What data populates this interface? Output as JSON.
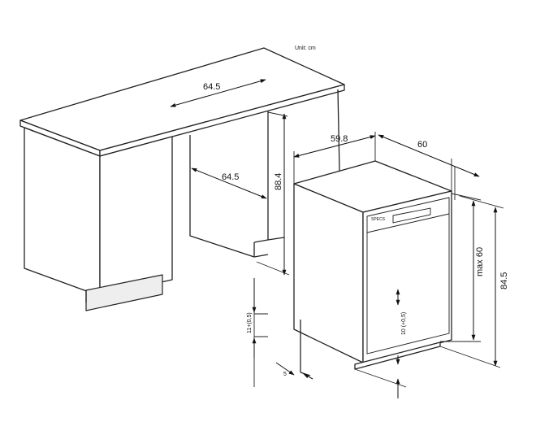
{
  "unit_label": "Unit: cm",
  "brand_label": "SPECS",
  "dimensions": {
    "counter_width": "64.5",
    "cabinet_depth": "64.5",
    "niche_height": "88.4",
    "appliance_width": "59.8",
    "appliance_depth": "60",
    "panel_height": "max 60",
    "overall_height": "84.5",
    "toe_kick_height": "11+(0,5)",
    "toe_kick_gap": "10 (+0,5)",
    "toe_kick_offset": "5"
  }
}
